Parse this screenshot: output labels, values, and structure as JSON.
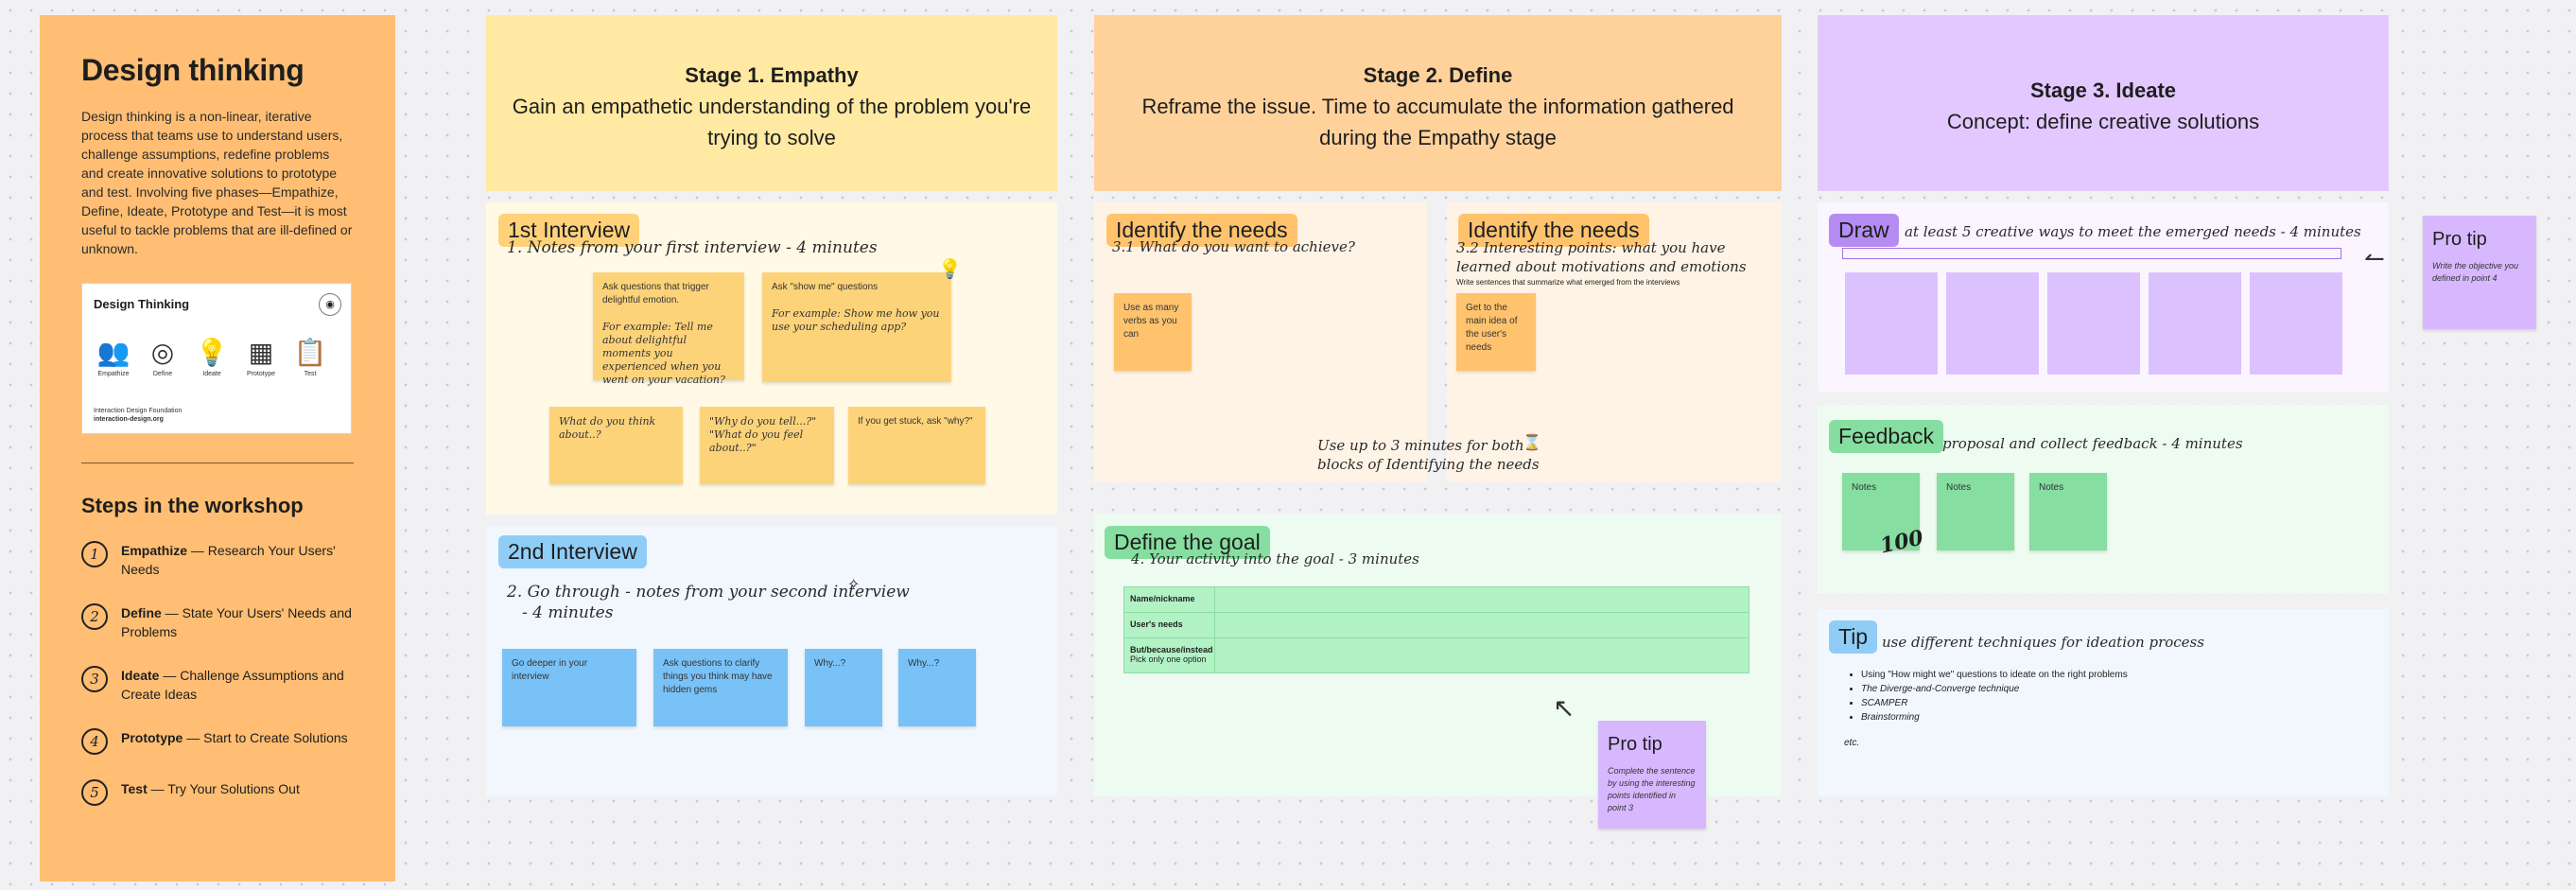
{
  "intro": {
    "title": "Design thinking",
    "description": "Design thinking is a non-linear, iterative process that teams use to understand users, challenge assumptions, redefine problems and create innovative solutions to prototype and test. Involving five phases—Empathize, Define, Ideate, Prototype and Test—it is most useful to tackle problems that are ill-defined or unknown.",
    "card": {
      "title": "Design Thinking",
      "icons": [
        {
          "icon": "heads-icon",
          "glyph": "👥",
          "label": "Empathize"
        },
        {
          "icon": "target-icon",
          "glyph": "◎",
          "label": "Define"
        },
        {
          "icon": "lightbulb-icon",
          "glyph": "💡",
          "label": "Ideate"
        },
        {
          "icon": "prototype-icon",
          "glyph": "▦",
          "label": "Prototype"
        },
        {
          "icon": "clipboard-icon",
          "glyph": "📋",
          "label": "Test"
        }
      ],
      "footer1": "Interaction Design Foundation",
      "footer2": "interaction-design.org"
    },
    "steps_title": "Steps in the workshop",
    "steps": [
      {
        "num": "1",
        "name": "Empathize",
        "text": " — Research Your Users' Needs"
      },
      {
        "num": "2",
        "name": "Define",
        "text": " — State Your Users' Needs and Problems"
      },
      {
        "num": "3",
        "name": "Ideate",
        "text": " — Challenge Assumptions and Create Ideas"
      },
      {
        "num": "4",
        "name": "Prototype",
        "text": " — Start to Create Solutions"
      },
      {
        "num": "5",
        "name": "Test",
        "text": " — Try Your Solutions Out"
      }
    ]
  },
  "stage1": {
    "title": "Stage 1. Empathy",
    "subtitle": "Gain an empathetic understanding of the problem you're trying to solve",
    "interview1": {
      "tag": "1st Interview",
      "instruction": "1. Notes from your first interview - 4 minutes",
      "stickies": [
        {
          "main": "Ask questions that trigger delightful emotion.",
          "example": "For example: Tell me about delightful moments you experienced when you went on your vacation?"
        },
        {
          "main": "Ask \"show me\" questions",
          "example": "For example: Show me how you use your scheduling app?"
        },
        {
          "main": "What do you think about..?"
        },
        {
          "main": "\"Why do you tell...?\" \"What do you feel about..?\""
        },
        {
          "main": "If you get stuck, ask \"why?\""
        }
      ]
    },
    "interview2": {
      "tag": "2nd Interview",
      "instruction": "2. Go through - notes from your second interview",
      "instruction2": "- 4 minutes",
      "stickies": [
        "Go deeper in your interview",
        "Ask questions to clarify things you think may have hidden gems",
        "Why...?",
        "Why...?"
      ]
    }
  },
  "stage2": {
    "title": "Stage 2. Define",
    "subtitle": "Reframe the issue. Time to accumulate the information gathered during the Empathy stage",
    "needs1": {
      "tag": "Identify the needs",
      "instruction": "3.1 What do you want to achieve?",
      "sticky": "Use as many verbs as you can"
    },
    "needs2": {
      "tag": "Identify the needs",
      "instruction": "3.2 Interesting points: what you have learned about motivations and emotions",
      "note": "Write sentences that summarize what emerged from the interviews",
      "sticky": "Get to the main idea of the user's needs"
    },
    "timing1": "Use up to 3 minutes for both",
    "timing2": "blocks of Identifying the needs",
    "goal": {
      "tag": "Define the goal",
      "instruction": "4. Your activity into the goal - 3 minutes",
      "rows": [
        {
          "label": "Name/nickname",
          "sub": ""
        },
        {
          "label": "User's needs",
          "sub": ""
        },
        {
          "label": "But/because/instead",
          "sub": "Pick only one option"
        }
      ]
    },
    "protip": {
      "title": "Pro tip",
      "body": "Complete the sentence by using the interesting points identified in point 3"
    }
  },
  "stage3": {
    "title": "Stage 3. Ideate",
    "subtitle": "Concept: define creative solutions",
    "draw": {
      "tag": "Draw",
      "instruction": "at least 5 creative ways to meet the emerged needs - 4 minutes"
    },
    "protip": {
      "title": "Pro tip",
      "body": "Write the objective you defined in point 4"
    },
    "feedback": {
      "tag": "Feedback",
      "instruction": "proposal and collect feedback - 4 minutes",
      "notes": [
        "Notes",
        "Notes",
        "Notes"
      ],
      "sticker": "100"
    },
    "tip": {
      "tag": "Tip",
      "instruction": "use different techniques for ideation process",
      "items": [
        "Using \"How might we\" questions to ideate on the right problems",
        "The Diverge-and-Converge technique",
        "SCAMPER",
        "Brainstorming"
      ],
      "etc": "etc."
    }
  },
  "colors": {
    "orange_panel": "#ffbe73",
    "stage1_head": "#ffe9a3",
    "stage2_head": "#ffd29c",
    "stage3_head": "#e3c8ff",
    "sticky_yellow": "#fdd37a",
    "sticky_blue": "#79c2f7",
    "sticky_orange": "#ffc36e",
    "sticky_green": "#86dea0",
    "sticky_purple": "#d7b8ff"
  }
}
